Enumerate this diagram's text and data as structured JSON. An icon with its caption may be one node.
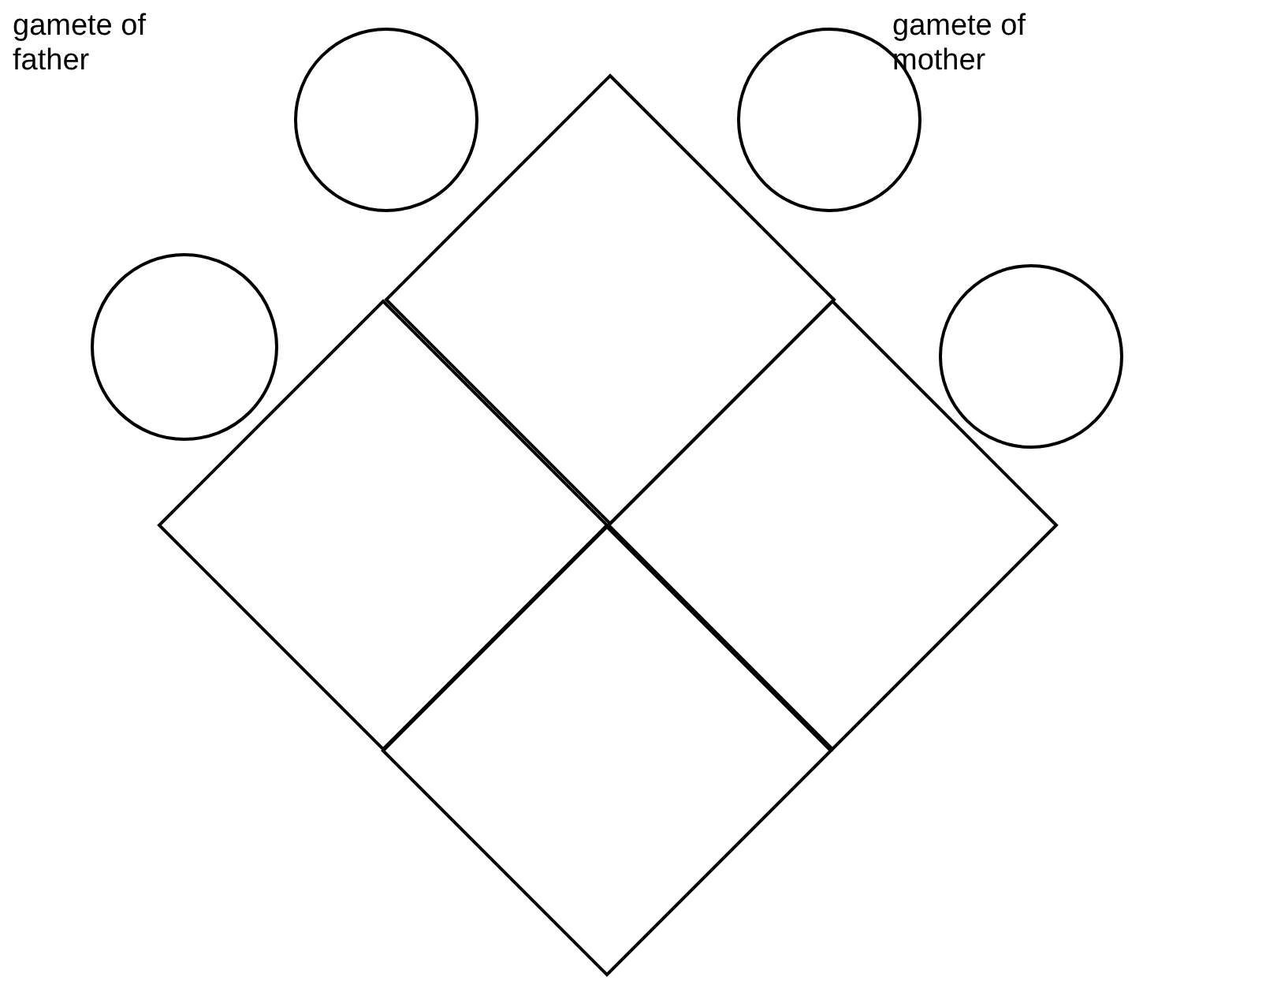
{
  "diagram": {
    "nodes": [
      {
        "text": [],
        "shape": "circle"
      },
      {
        "text": [],
        "shape": "circle"
      },
      {
        "text": [],
        "shape": "circle"
      },
      {
        "text": [],
        "shape": "circle"
      },
      {
        "text": [],
        "shape": "diamond"
      },
      {
        "text": [],
        "shape": "diamond"
      },
      {
        "text": [],
        "shape": "diamond"
      },
      {
        "text": [],
        "shape": "diamond"
      }
    ],
    "labels": [
      "gamete of father",
      "gamete of mother"
    ]
  }
}
